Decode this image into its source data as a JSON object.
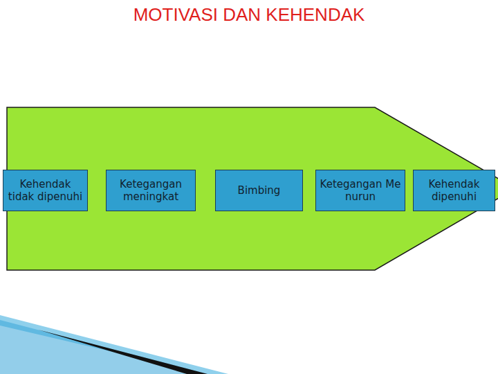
{
  "diagram": {
    "title": "MOTIVASI DAN KEHENDAK",
    "nodes": [
      {
        "text": [
          "Kehendak tidak dipenuhi"
        ]
      },
      {
        "text": [
          "Ketegangan meningkat"
        ]
      },
      {
        "text": [
          "Bimbing"
        ]
      },
      {
        "text": [
          "Ketegangan Me nurun"
        ]
      },
      {
        "text": [
          "Kehendak dipenuhi"
        ]
      }
    ]
  }
}
